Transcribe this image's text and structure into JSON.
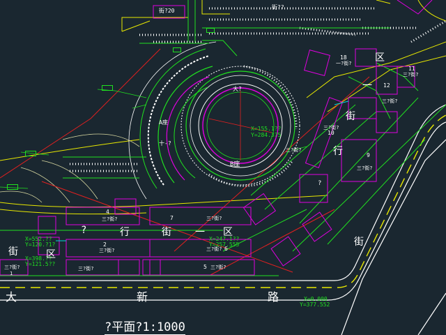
{
  "title": "?平面?1:1000",
  "street_labels": {
    "xing": [
      "?",
      "行",
      "街",
      "一",
      "区"
    ],
    "left_jie": "街",
    "left_qu": "区",
    "right_qu": "区",
    "right_jie": "街",
    "right_xing": "行",
    "right_yi": "一",
    "diag_jie": "街",
    "road_da": "大",
    "road_xin": "新",
    "road_lu": "路"
  },
  "buildings": {
    "top_left_box": "街?20",
    "top_mid": "街??",
    "center": "大?",
    "b_block": "B座",
    "a_block": "A座",
    "minus": "十-?",
    "b18": "18",
    "b18_sub": "一?街?",
    "b11": "11",
    "b11_sub": "三?街?",
    "b12": "12",
    "b10": "10",
    "b10_sub": "三?街?",
    "b9": "9",
    "b9_sub": "三?街?",
    "b4": "4",
    "b4_sub": "三?街?",
    "b7": "7",
    "b7_sub": "三?街?",
    "b2": "2",
    "b2_sub": "三?街?",
    "b6": "6",
    "b6_sub": "三?街?",
    "b5": "5",
    "b5_sub": "三?街?",
    "b3_sub": "三?街?",
    "b1": "1",
    "b1_sub": "三?街?",
    "small_r1": "三?街?",
    "small_r2": "三?街?",
    "small_q": "?"
  },
  "coordinates": {
    "center_x": "X=155.1??",
    "center_y": "Y=284.375",
    "mid_x": "X=247.1??",
    "mid_y": "Y=257.555",
    "left1_x": "X=552.??",
    "left1_y": "Y=120.?1?",
    "left2_x": "X=398.??",
    "left2_y": "Y=121.5??",
    "br_x": "X=0.000",
    "br_y": "Y=377.552"
  },
  "colors": {
    "background": "#1a2730",
    "white": "#ffffff",
    "yellow": "#e8e800",
    "green": "#20e020",
    "magenta": "#e000e0",
    "red": "#e02020",
    "cyan": "#00d8d8",
    "tan": "#d8d8a0"
  }
}
